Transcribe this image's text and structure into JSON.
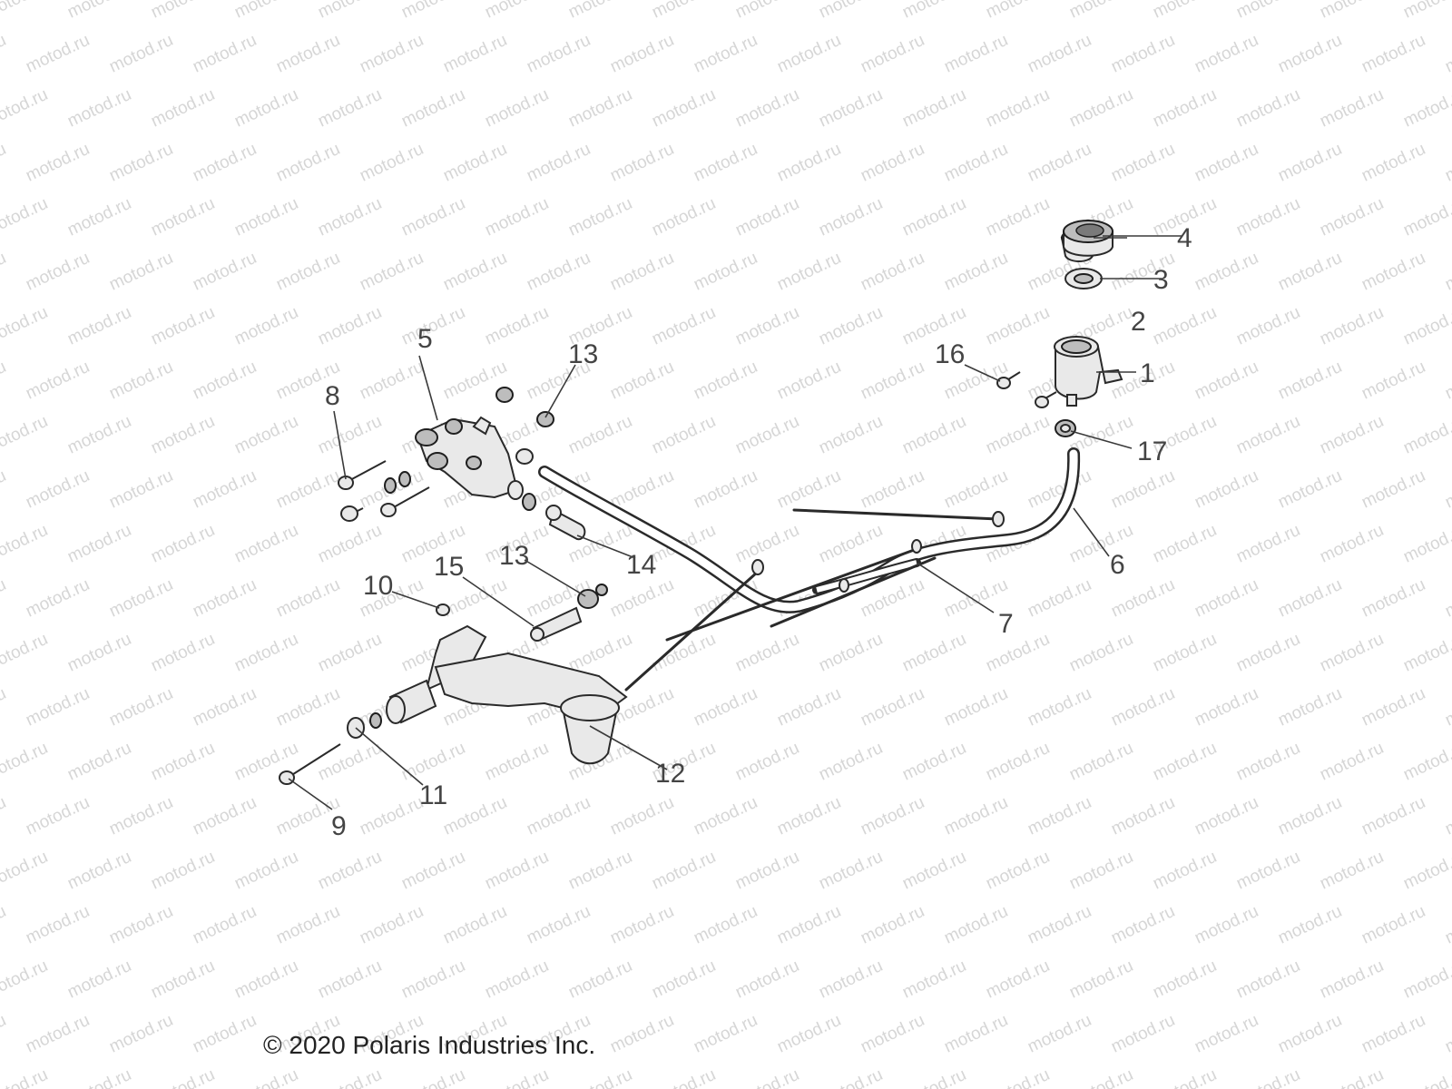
{
  "watermark": "motod.ru",
  "copyright": "© 2020 Polaris Industries Inc.",
  "callouts": [
    "1",
    "2",
    "3",
    "4",
    "5",
    "6",
    "7",
    "8",
    "9",
    "10",
    "11",
    "12",
    "13",
    "13",
    "14",
    "15",
    "16",
    "17"
  ]
}
